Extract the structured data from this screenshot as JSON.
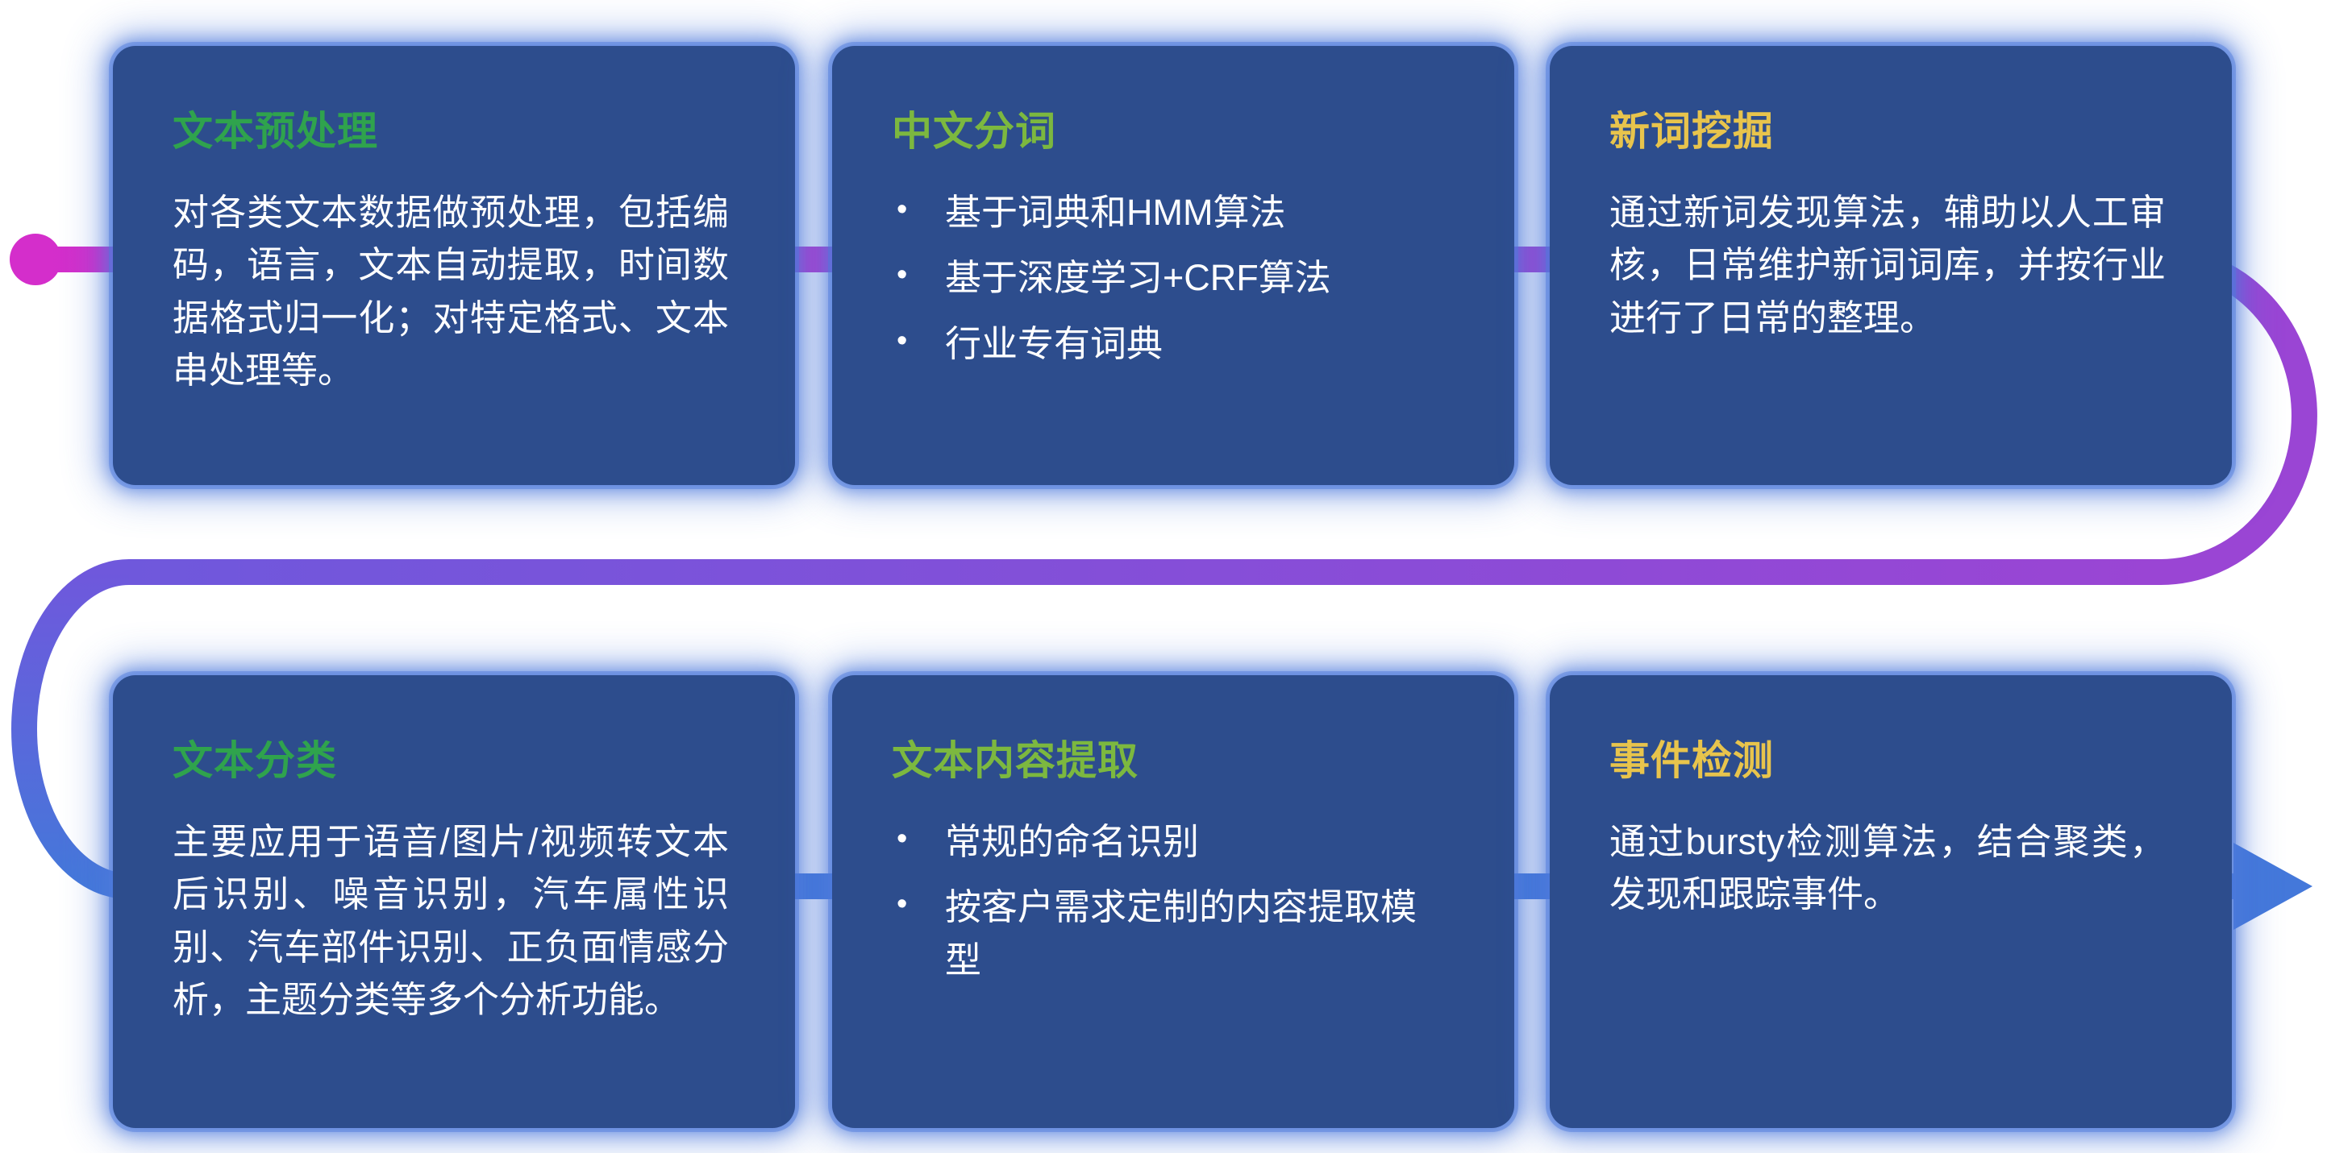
{
  "colors": {
    "page_bg": "#ffffff",
    "card_bg": "#2d4d8d",
    "card_glow": "#4c7adb",
    "body_text": "#ffffff"
  },
  "flow": {
    "magenta": "#d42ecb",
    "purple": "#9a45d4",
    "violet": "#6f58dc",
    "blue": "#4478da"
  },
  "cards": [
    {
      "title": "文本预处理",
      "title_color": "#2fa34d",
      "body": "对各类文本数据做预处理，包括编码，语言，文本自动提取，时间数据格式归一化；对特定格式、文本串处理等。"
    },
    {
      "title": "中文分词",
      "title_color": "#7cb83f",
      "bullets": [
        "基于词典和HMM算法",
        "基于深度学习+CRF算法",
        "行业专有词典"
      ]
    },
    {
      "title": "新词挖掘",
      "title_color": "#e8c44c",
      "body": "通过新词发现算法，辅助以人工审核，日常维护新词词库，并按行业进行了日常的整理。"
    },
    {
      "title": "文本分类",
      "title_color": "#2fa34d",
      "body": "主要应用于语音/图片/视频转文本后识别、噪音识别，汽车属性识别、汽车部件识别、正负面情感分析，主题分类等多个分析功能。"
    },
    {
      "title": "文本内容提取",
      "title_color": "#7cb83f",
      "bullets": [
        "常规的命名识别",
        "按客户需求定制的内容提取模型"
      ]
    },
    {
      "title": "事件检测",
      "title_color": "#e8c44c",
      "body": "通过bursty检测算法，结合聚类，发现和跟踪事件。"
    }
  ]
}
